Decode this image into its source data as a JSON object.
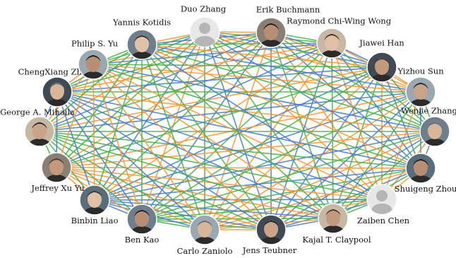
{
  "colors": {
    "edge_blue": "#4a7fc6",
    "edge_orange": "#f29a3c",
    "edge_green": "#4caf50",
    "photo_skin": "#c9a48a",
    "photo_hair": "#2c2622",
    "placeholder_bg": "#e7e7e7",
    "placeholder_fg": "#b5b5b5"
  },
  "nodes": [
    {
      "id": "duo_zhang",
      "name": "Duo Zhang",
      "icon": "default-avatar-icon",
      "placeholder": true
    },
    {
      "id": "erik_buchmann",
      "name": "Erik Buchmann",
      "icon": "person-photo-icon",
      "placeholder": false
    },
    {
      "id": "raymond_wong",
      "name": "Raymond Chi-Wing Wong",
      "icon": "person-photo-icon",
      "placeholder": false
    },
    {
      "id": "jiawei_han",
      "name": "Jiawei Han",
      "icon": "person-photo-icon",
      "placeholder": false
    },
    {
      "id": "yizhou_sun",
      "name": "Yizhou Sun",
      "icon": "person-photo-icon",
      "placeholder": false
    },
    {
      "id": "wenjie_zhang",
      "name": "Wenjie Zhang",
      "icon": "person-photo-icon",
      "placeholder": false
    },
    {
      "id": "shuigeng_zhou",
      "name": "Shuigeng Zhou",
      "icon": "person-photo-icon",
      "placeholder": false
    },
    {
      "id": "zaiben_chen",
      "name": "Zaiben Chen",
      "icon": "default-avatar-icon",
      "placeholder": true
    },
    {
      "id": "kajal_claypool",
      "name": "Kajal T. Claypool",
      "icon": "person-photo-icon",
      "placeholder": false
    },
    {
      "id": "jens_teubner",
      "name": "Jens Teubner",
      "icon": "person-photo-icon",
      "placeholder": false
    },
    {
      "id": "carlo_zaniolo",
      "name": "Carlo Zaniolo",
      "icon": "person-photo-icon",
      "placeholder": false
    },
    {
      "id": "ben_kao",
      "name": "Ben Kao",
      "icon": "person-photo-icon",
      "placeholder": false
    },
    {
      "id": "binbin_liao",
      "name": "Binbin Liao",
      "icon": "person-photo-icon",
      "placeholder": false
    },
    {
      "id": "jeffrey_xu_yu",
      "name": "Jeffrey Xu Yu",
      "icon": "person-photo-icon",
      "placeholder": false
    },
    {
      "id": "george_mihaila",
      "name": "George A. Mihaila",
      "icon": "person-photo-icon",
      "placeholder": false
    },
    {
      "id": "chengxiang_zhai",
      "name": "ChengXiang Zhai",
      "icon": "person-photo-icon",
      "placeholder": false
    },
    {
      "id": "philip_yu",
      "name": "Philip S. Yu",
      "icon": "person-photo-icon",
      "placeholder": false
    },
    {
      "id": "yannis_kotidis",
      "name": "Yannis Kotidis",
      "icon": "person-photo-icon",
      "placeholder": false
    }
  ]
}
